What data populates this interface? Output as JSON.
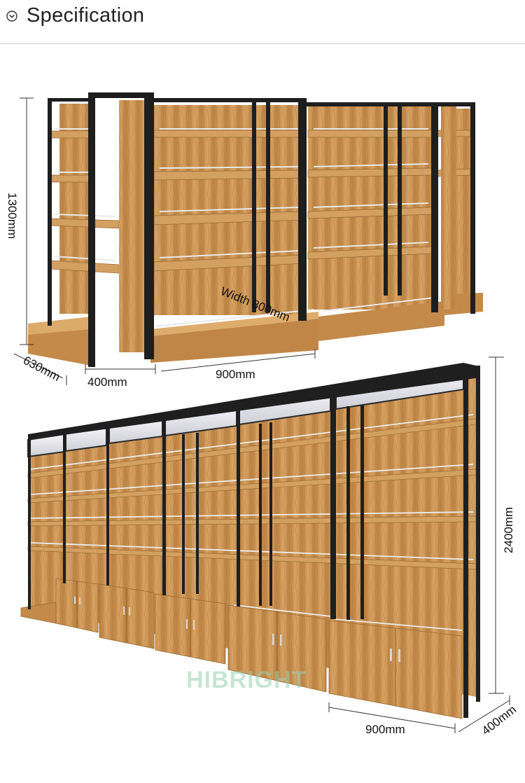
{
  "header": {
    "title": "Specification",
    "icon": "chevron-down-circle-icon"
  },
  "top_unit": {
    "height_label": "1300mm",
    "depth_label": "630mm",
    "side_width_label": "400mm",
    "bay_width_label": "900mm",
    "overall_width_label": "Width 800mm"
  },
  "bottom_unit": {
    "height_label": "2400mm",
    "bay_width_label": "900mm",
    "depth_label": "400mm"
  },
  "watermark": "HIBRIGHT",
  "colors": {
    "wood": "#c9924e",
    "wood_dark": "#a8723a",
    "frame": "#222222",
    "light_panel": "#e9e9ee"
  }
}
